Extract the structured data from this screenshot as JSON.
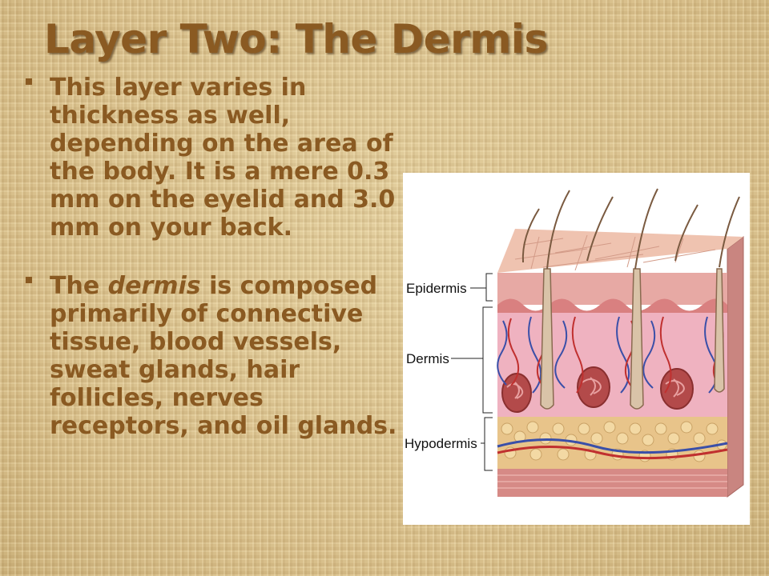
{
  "title": "Layer Two: The Dermis",
  "bullets": [
    {
      "text": "This layer varies in thickness as well, depending on the area of the body. It is a mere 0.3 mm on the eyelid and 3.0 mm on your back."
    },
    {
      "text_before": "The ",
      "text_emphasis": "dermis",
      "text_after": " is composed primarily of connective tissue, blood vessels, sweat glands, hair follicles, nerves receptors, and oil glands."
    }
  ],
  "figure": {
    "labels": {
      "epidermis": "Epidermis",
      "dermis": "Dermis",
      "hypodermis": "Hypodermis"
    }
  },
  "colors": {
    "text": "#8a5a22",
    "background": "#dcc594"
  }
}
